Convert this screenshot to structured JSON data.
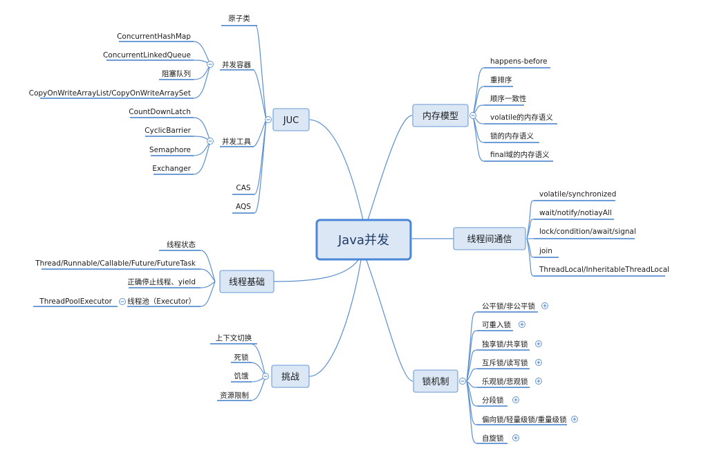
{
  "central": "Java并发",
  "topics": {
    "juc": {
      "label": "JUC",
      "children": {
        "atomic": "原子类",
        "containers": {
          "label": "并发容器",
          "items": [
            "ConcurrentHashMap",
            "ConcurrentLinkedQueue",
            "阻塞队列",
            "CopyOnWriteArrayList/CopyOnWriteArraySet"
          ]
        },
        "tools": {
          "label": "并发工具",
          "items": [
            "CountDownLatch",
            "CyclicBarrier",
            "Semaphore",
            "Exchanger"
          ]
        },
        "cas": "CAS",
        "aqs": "AQS"
      }
    },
    "thread_basics": {
      "label": "线程基础",
      "items": [
        "线程状态",
        "Thread/Runnable/Callable/Future/FutureTask",
        "正确停止线程、yield"
      ],
      "pool": {
        "label": "线程池（Executor）",
        "child": "ThreadPoolExecutor"
      }
    },
    "challenges": {
      "label": "挑战",
      "items": [
        "上下文切换",
        "死锁",
        "饥饿",
        "资源限制"
      ]
    },
    "memory_model": {
      "label": "内存模型",
      "items": [
        "happens-before",
        "重排序",
        "顺序一致性",
        "volatile的内存语义",
        "锁的内存语义",
        "final域的内存语义"
      ]
    },
    "thread_comm": {
      "label": "线程间通信",
      "items": [
        "volatile/synchronized",
        "wait/notify/notiayAll",
        "lock/condition/await/signal",
        "join",
        "ThreadLocal/InheritableThreadLocal"
      ]
    },
    "locks": {
      "label": "锁机制",
      "items": [
        "公平锁/非公平锁",
        "可重入锁",
        "独享锁/共享锁",
        "互斥锁/读写锁",
        "乐观锁/悲观锁",
        "分段锁",
        "偏向锁/轻量级锁/重量级锁",
        "自旋锁"
      ]
    }
  },
  "colors": {
    "line": "#5b8fd0",
    "box_fill": "#dbe7f5",
    "box_stroke": "#6a9ad6",
    "central_stroke": "#4a86d8"
  }
}
